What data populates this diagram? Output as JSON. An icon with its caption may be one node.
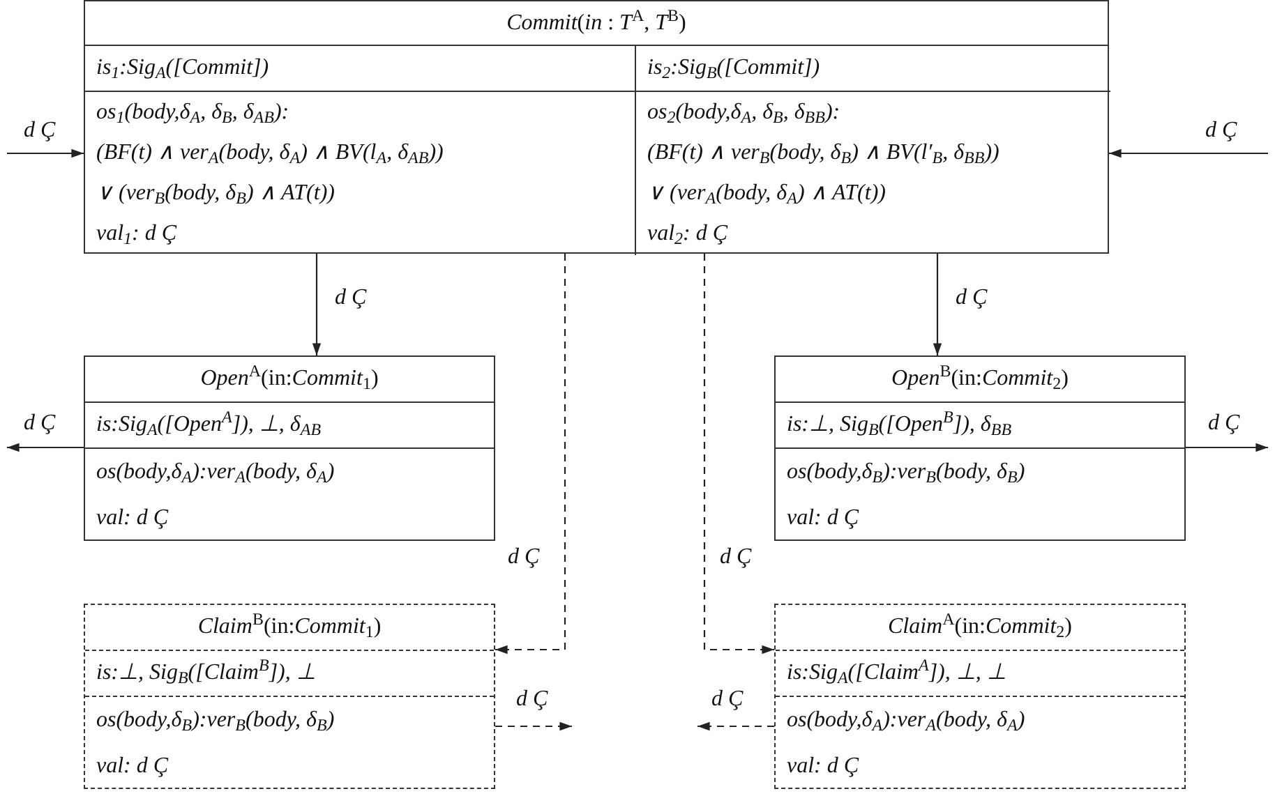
{
  "diagram": {
    "nodes": [
      {
        "text": [
          "*Commit*(*in* : *T*$^{A}$, *T*$^{B}$)"
        ]
      },
      {
        "text": [
          "is$_{1}$:Sig$_{A}$([Commit])",
          "os$_{1}$(body,δ$_{A}$, δ$_{B}$, δ$_{AB}$):",
          "(BF(t) ∧ ver$_{A}$(body, δ$_{A}$) ∧ BV(l$_{A}$, δ$_{AB}$))",
          "∨ (ver$_{B}$(body, δ$_{B}$) ∧ AT(t))",
          "val$_{1}$: d Ç"
        ],
        "in": 0
      },
      {
        "text": [
          "is$_{2}$:Sig$_{B}$([Commit])",
          "os$_{2}$(body,δ$_{A}$, δ$_{B}$, δ$_{BB}$):",
          "(BF(t) ∧ ver$_{B}$(body, δ$_{B}$) ∧ BV(l′$_{B}$, δ$_{BB}$))",
          "∨ (ver$_{A}$(body, δ$_{A}$) ∧ AT(t))",
          "val$_{2}$: d Ç"
        ],
        "in": 0
      },
      {
        "text": [
          "*Open*$^{A}$(in:*Commit*$_{1}$)",
          "is:Sig$_{A}$([Open$^{A}$]), ⊥, δ$_{AB}$",
          "os(body,δ$_{A}$):ver$_{A}$(body, δ$_{A}$)",
          "val: d Ç"
        ]
      },
      {
        "text": [
          "*Open*$^{B}$(in:*Commit*$_{2}$)",
          "is:⊥, Sig$_{B}$([Open$^{B}$]), δ$_{BB}$",
          "os(body,δ$_{B}$):ver$_{B}$(body, δ$_{B}$)",
          "val: d Ç"
        ]
      },
      {
        "text": [
          "*Claim*$^{B}$(in:*Commit*$_{1}$)",
          "is:⊥, Sig$_{B}$([Claim$^{B}$]), ⊥",
          "os(body,δ$_{B}$):ver$_{B}$(body, δ$_{B}$)",
          "val: d Ç"
        ]
      },
      {
        "text": [
          "*Claim*$^{A}$(in:*Commit*$_{2}$)",
          "is:Sig$_{A}$([Claim$^{A}$]), ⊥, ⊥",
          "os(body,δ$_{A}$):ver$_{A}$(body, δ$_{A}$)",
          "val: d Ç"
        ]
      }
    ],
    "edges": [
      {
        "from": null,
        "to": 1,
        "arrow": "to",
        "label": "d Ç"
      },
      {
        "from": null,
        "to": 2,
        "arrow": "to",
        "label": "d Ç"
      },
      {
        "from": 1,
        "to": 3,
        "arrow": "to",
        "label": "d Ç"
      },
      {
        "from": 2,
        "to": 4,
        "arrow": "to",
        "label": "d Ç"
      },
      {
        "from": 3,
        "to": null,
        "arrow": "to",
        "label": "d Ç"
      },
      {
        "from": 4,
        "to": null,
        "arrow": "to",
        "label": "d Ç"
      },
      {
        "from": 1,
        "to": 5,
        "arrow": "to",
        "label": "d Ç",
        "style": "dashed"
      },
      {
        "from": 2,
        "to": 6,
        "arrow": "to",
        "label": "d Ç",
        "style": "dashed"
      },
      {
        "from": 5,
        "to": null,
        "arrow": "to",
        "label": "d Ç",
        "style": "dashed"
      },
      {
        "from": 6,
        "to": null,
        "arrow": "to",
        "label": "d Ç",
        "style": "dashed"
      }
    ]
  }
}
